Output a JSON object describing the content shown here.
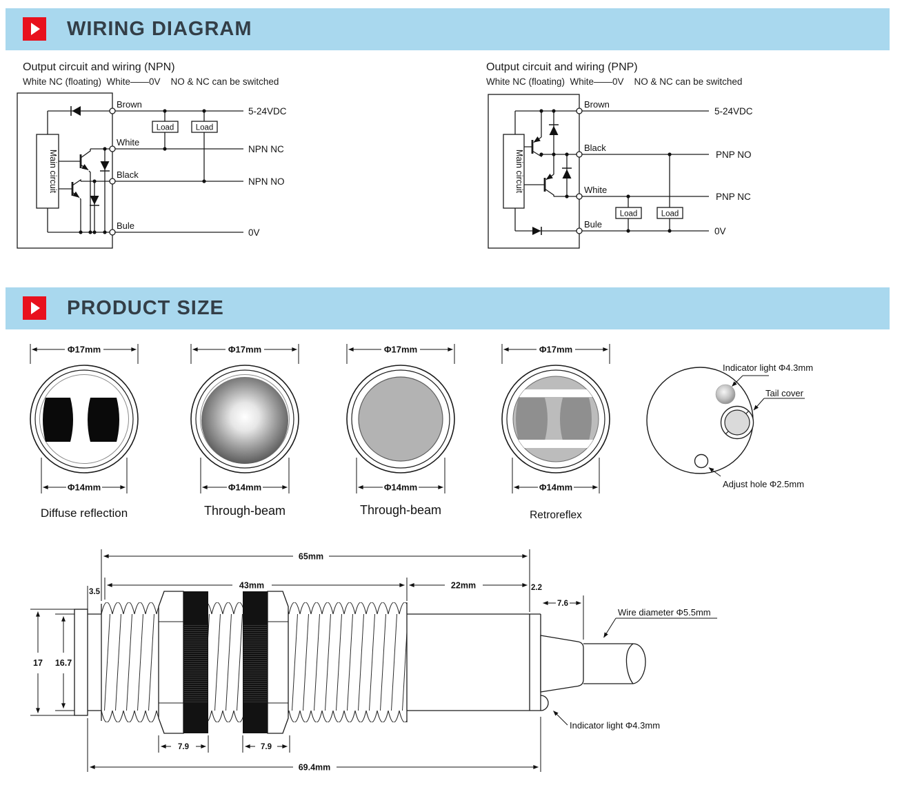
{
  "header": {
    "wiring_title": "WIRING DIAGRAM",
    "product_title": "PRODUCT SIZE"
  },
  "colors": {
    "banner_blue": "#a9d8ee",
    "accent_red": "#e8111d",
    "heading_text": "#333e47",
    "line": "#1a1a1a"
  },
  "npn": {
    "title": "Output circuit and wiring (NPN)",
    "subtitle": "White NC (floating)  White——0V    NO & NC can be switched",
    "main_circuit": "Main circuit",
    "load": "Load",
    "wire_brown": "Brown",
    "wire_white": "White",
    "wire_black": "Black",
    "wire_blue": "Bule",
    "out_power": "5-24VDC",
    "out_nc": "NPN NC",
    "out_no": "NPN NO",
    "out_gnd": "0V"
  },
  "pnp": {
    "title": "Output circuit and wiring (PNP)",
    "subtitle": "White NC (floating)  White——0V    NO & NC can be switched",
    "main_circuit": "Main circuit",
    "load": "Load",
    "wire_brown": "Brown",
    "wire_white": "White",
    "wire_black": "Black",
    "wire_blue": "Bule",
    "out_power": "5-24VDC",
    "out_no": "PNP NO",
    "out_nc": "PNP NC",
    "out_gnd": "0V"
  },
  "product_views": {
    "dia_outer": "Φ17mm",
    "dia_inner": "Φ14mm",
    "labels": [
      "Diffuse reflection",
      "Through-beam",
      "Through-beam",
      "Retroreflex"
    ]
  },
  "back_view": {
    "indicator_label": "Indicator light  Φ4.3mm",
    "tail_label": "Tail cover",
    "adjust_label": "Adjust hole Φ2.5mm"
  },
  "side_view": {
    "total": "65mm",
    "thread": "43mm",
    "rear": "22mm",
    "cap": "2.2",
    "gland": "7.6",
    "front": "3.5",
    "dia": "17",
    "dia2": "16.7",
    "nut": "7.9",
    "overall": "69.4mm",
    "wire_label": "Wire diameter Φ5.5mm",
    "indicator_label": "Indicator light Φ4.3mm"
  }
}
